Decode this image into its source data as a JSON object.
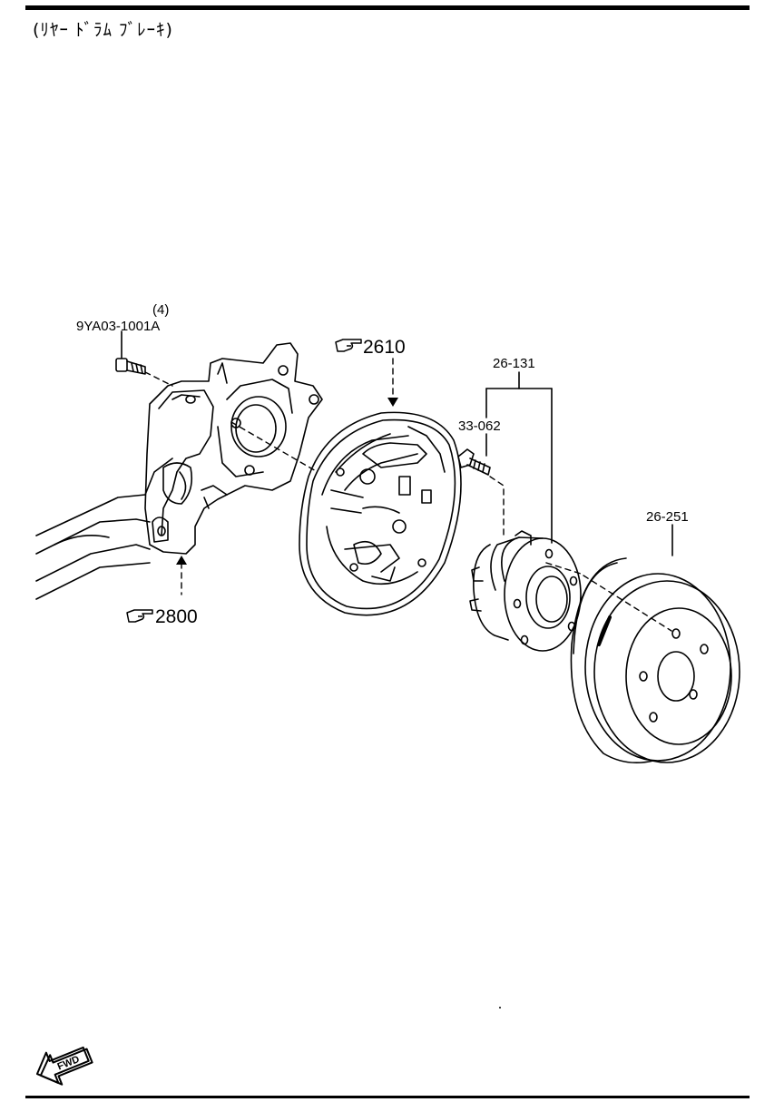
{
  "header": {
    "title": "(ﾘﾔｰ ﾄﾞﾗﾑ ﾌﾞﾚｰｷ)"
  },
  "parts": {
    "bolt_qty": "(4)",
    "bolt": "9YA03-1001A",
    "backing_plate_ref": "2610",
    "hub_assembly": "26-131",
    "hub_bolt": "33-062",
    "drum": "26-251",
    "knuckle_ref": "2800"
  },
  "icons": {
    "reference": "pointing-hand-icon",
    "direction": "fwd-arrow-icon"
  },
  "direction": {
    "label": "FWD"
  }
}
